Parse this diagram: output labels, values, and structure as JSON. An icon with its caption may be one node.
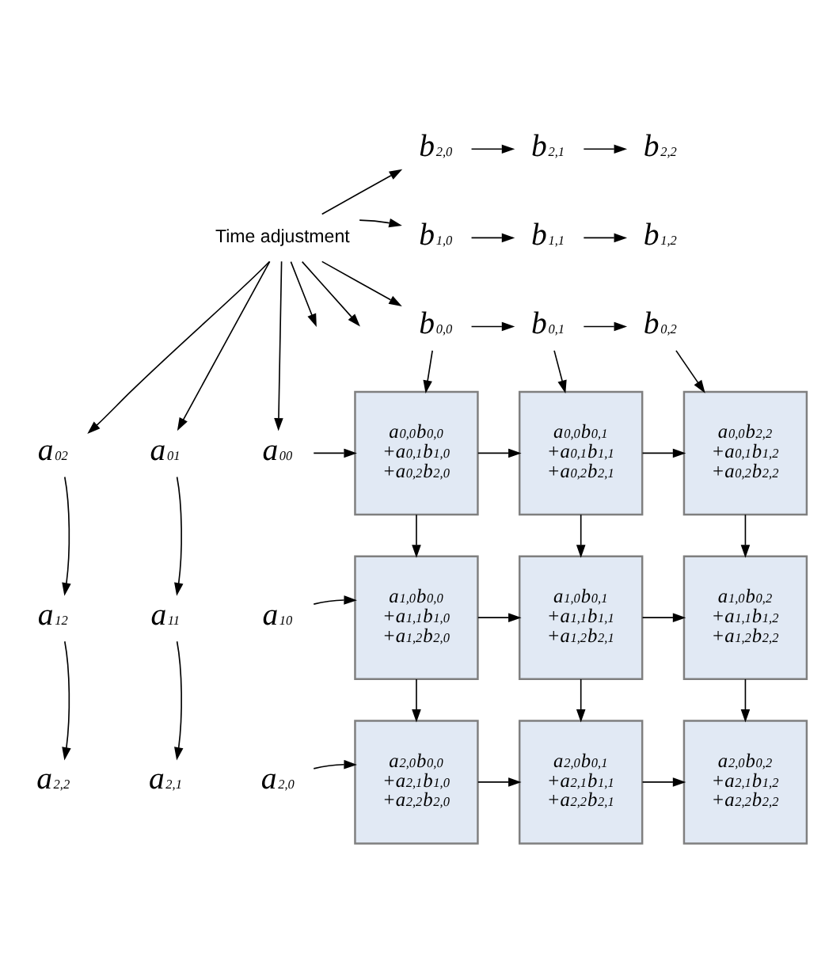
{
  "diagram": {
    "nodes": [
      {
        "text": [
          "Time adjustment"
        ]
      },
      {
        "text": [
          "b$_{2,0}$"
        ]
      },
      {
        "text": [
          "b$_{2,1}$"
        ]
      },
      {
        "text": [
          "b$_{2,2}$"
        ]
      },
      {
        "text": [
          "b$_{1,0}$"
        ]
      },
      {
        "text": [
          "b$_{1,1}$"
        ]
      },
      {
        "text": [
          "b$_{1,2}$"
        ]
      },
      {
        "text": [
          "b$_{0,0}$"
        ]
      },
      {
        "text": [
          "b$_{0,1}$"
        ]
      },
      {
        "text": [
          "b$_{0,2}$"
        ]
      },
      {
        "text": [
          "a$_{02}$"
        ]
      },
      {
        "text": [
          "a$_{01}$"
        ]
      },
      {
        "text": [
          "a$_{00}$"
        ]
      },
      {
        "text": [
          "a$_{0,0}$b$_{0,0}$",
          "+a$_{0,1}$b$_{1,0}$",
          "+a$_{0,2}$b$_{2,0}$"
        ]
      },
      {
        "text": [
          "a$_{0,0}$b$_{0,1}$",
          "+a$_{0,1}$b$_{1,1}$",
          "+a$_{0,2}$b$_{2,1}$"
        ]
      },
      {
        "text": [
          "a$_{0,0}$b$_{2,2}$",
          "+a$_{0,1}$b$_{1,2}$",
          "+a$_{0,2}$b$_{2,2}$"
        ]
      },
      {
        "text": [
          "a$_{12}$"
        ]
      },
      {
        "text": [
          "a$_{11}$"
        ]
      },
      {
        "text": [
          "a$_{10}$"
        ]
      },
      {
        "text": [
          "a$_{1,0}$b$_{0,0}$",
          "+a$_{1,1}$b$_{1,0}$",
          "+a$_{1,2}$b$_{2,0}$"
        ]
      },
      {
        "text": [
          "a$_{1,0}$b$_{0,1}$",
          "+a$_{1,1}$b$_{1,1}$",
          "+a$_{1,2}$b$_{2,1}$"
        ]
      },
      {
        "text": [
          "a$_{1,0}$b$_{0,2}$",
          "+a$_{1,1}$b$_{1,2}$",
          "+a$_{1,2}$b$_{2,2}$"
        ]
      },
      {
        "text": [
          "a$_{2,2}$"
        ]
      },
      {
        "text": [
          "a$_{2,1}$"
        ]
      },
      {
        "text": [
          "a$_{2,0}$"
        ]
      },
      {
        "text": [
          "a$_{2,0}$b$_{0,0}$",
          "+a$_{2,1}$b$_{1,0}$",
          "+a$_{2,2}$b$_{2,0}$"
        ]
      },
      {
        "text": [
          "a$_{2,0}$b$_{0,1}$",
          "+a$_{2,1}$b$_{1,1}$",
          "+a$_{2,2}$b$_{2,1}$"
        ]
      },
      {
        "text": [
          "a$_{2,0}$b$_{0,2}$",
          "+a$_{2,1}$b$_{1,2}$",
          "+a$_{2,2}$b$_{2,2}$"
        ]
      }
    ],
    "edges": [
      {
        "from": 0,
        "to": null,
        "arrow": "to"
      },
      {
        "from": 0,
        "to": 1,
        "arrow": "to"
      },
      {
        "from": 0,
        "to": 4,
        "arrow": "to"
      },
      {
        "from": 0,
        "to": 7,
        "arrow": "to"
      },
      {
        "from": 0,
        "to": null,
        "arrow": "to"
      },
      {
        "from": 0,
        "to": 10,
        "arrow": "to"
      },
      {
        "from": 0,
        "to": 11,
        "arrow": "to"
      },
      {
        "from": 0,
        "to": 12,
        "arrow": "to"
      },
      {
        "from": 1,
        "to": 2,
        "arrow": "to"
      },
      {
        "from": 2,
        "to": 3,
        "arrow": "to"
      },
      {
        "from": 4,
        "to": 5,
        "arrow": "to"
      },
      {
        "from": 5,
        "to": 6,
        "arrow": "to"
      },
      {
        "from": 7,
        "to": 8,
        "arrow": "to"
      },
      {
        "from": 8,
        "to": 9,
        "arrow": "to"
      },
      {
        "from": 7,
        "to": 13,
        "arrow": "to"
      },
      {
        "from": 8,
        "to": 14,
        "arrow": "to"
      },
      {
        "from": 9,
        "to": 15,
        "arrow": "to"
      },
      {
        "from": 12,
        "to": 13,
        "arrow": "to"
      },
      {
        "from": 13,
        "to": 14,
        "arrow": "to"
      },
      {
        "from": 14,
        "to": 15,
        "arrow": "to"
      },
      {
        "from": 10,
        "to": 16,
        "arrow": "to"
      },
      {
        "from": 11,
        "to": 17,
        "arrow": "to"
      },
      {
        "from": 13,
        "to": 19,
        "arrow": "to"
      },
      {
        "from": 14,
        "to": 20,
        "arrow": "to"
      },
      {
        "from": 15,
        "to": 21,
        "arrow": "to"
      },
      {
        "from": 18,
        "to": 19,
        "arrow": "to"
      },
      {
        "from": 19,
        "to": 20,
        "arrow": "to"
      },
      {
        "from": 20,
        "to": 21,
        "arrow": "to"
      },
      {
        "from": 16,
        "to": 22,
        "arrow": "to"
      },
      {
        "from": 17,
        "to": 23,
        "arrow": "to"
      },
      {
        "from": 19,
        "to": 25,
        "arrow": "to"
      },
      {
        "from": 20,
        "to": 26,
        "arrow": "to"
      },
      {
        "from": 21,
        "to": 27,
        "arrow": "to"
      },
      {
        "from": 24,
        "to": 25,
        "arrow": "to"
      },
      {
        "from": 25,
        "to": 26,
        "arrow": "to"
      },
      {
        "from": 26,
        "to": 27,
        "arrow": "to"
      }
    ]
  }
}
